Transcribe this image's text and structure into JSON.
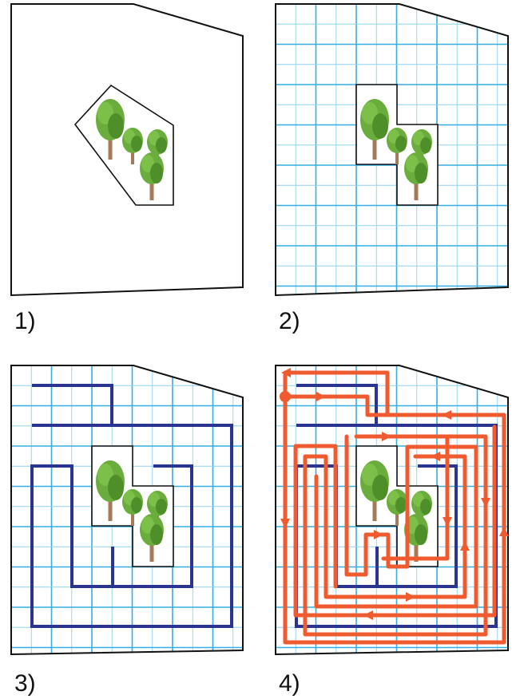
{
  "panels": [
    {
      "label": "1)"
    },
    {
      "label": "2)"
    },
    {
      "label": "3)"
    },
    {
      "label": "4)"
    }
  ],
  "colors": {
    "outline": "#111111",
    "grid": "#35aee2",
    "grid_light": "#8fd3ef",
    "maze_wall": "#2a3592",
    "path": "#ef5b2f",
    "tree_leaf": "#6aad3c",
    "tree_leaf_dark": "#4f8f2a",
    "tree_trunk": "#a57a5a"
  },
  "icons": {
    "tree": "tree-icon",
    "arrow": "arrow-icon",
    "start": "start-dot-icon"
  }
}
